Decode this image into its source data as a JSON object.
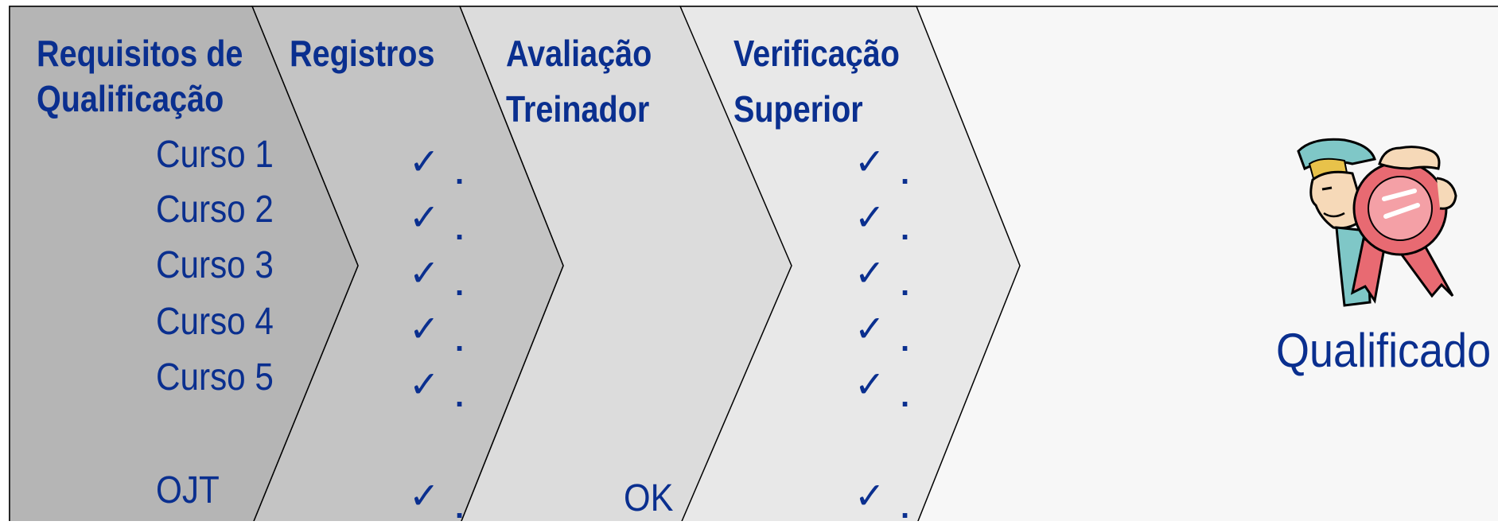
{
  "colors": {
    "stage1": "#b5b5b5",
    "stage2": "#c4c4c4",
    "stage3": "#dcdcdc",
    "stage4": "#e8e8e8",
    "background": "#f7f7f7",
    "text": "#0a2f8f"
  },
  "stages": [
    {
      "title_line1": "Requisitos de",
      "title_line2": "Qualificação"
    },
    {
      "title_line1": "Registros",
      "title_line2": ""
    },
    {
      "title_line1": "Avaliação",
      "title_line2": "Treinador"
    },
    {
      "title_line1": "Verificação",
      "title_line2": "Superior"
    }
  ],
  "courses": [
    "Curso 1",
    "Curso 2",
    "Curso 3",
    "Curso 4",
    "Curso 5",
    "OJT"
  ],
  "check_mark": "✓",
  "dot": ".",
  "ojt_evaluation": "OK",
  "result": {
    "label": "Qualificado",
    "icon": "person-with-award-ribbon-icon"
  }
}
